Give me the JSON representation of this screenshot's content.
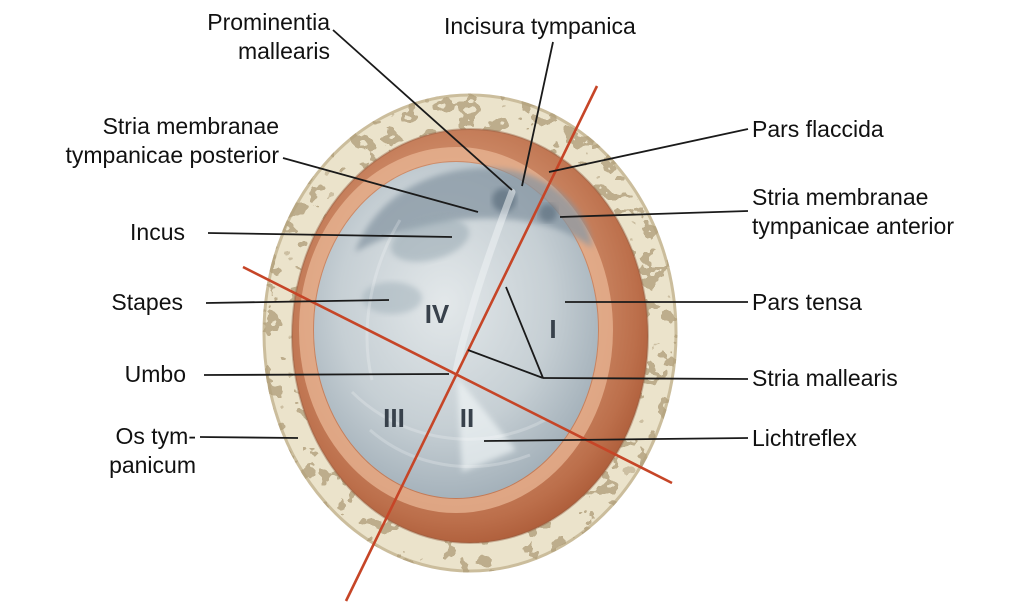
{
  "diagram": {
    "title": "Tympanic membrane (otoscopic view) with quadrants",
    "labels": {
      "prominentia_mallearis": "Prominentia\nmallearis",
      "incisura_tympanica": "Incisura tympanica",
      "stria_membranae_tympanicae_posterior": "Stria membranae\ntympanicae posterior",
      "incus": "Incus",
      "stapes": "Stapes",
      "umbo": "Umbo",
      "os_tympanicum": "Os tym-\npanicum",
      "pars_flaccida": "Pars flaccida",
      "stria_membranae_tympanicae_anterior": "Stria membranae\ntympanicae anterior",
      "pars_tensa": "Pars tensa",
      "stria_mallearis": "Stria mallearis",
      "lichtreflex": "Lichtreflex"
    },
    "quadrants": {
      "q1": "I",
      "q2": "II",
      "q3": "III",
      "q4": "IV"
    },
    "colors": {
      "background": "#ffffff",
      "bone": "#ebe3cb",
      "bone_speckle": "#b3a17c",
      "bone_edge": "#cbbd9c",
      "canal_dark": "#a5522f",
      "canal_mid": "#c97e5a",
      "canal_light": "#e9b694",
      "membrane_edge": "#9caab4",
      "membrane_center": "#e3e8ea",
      "pars_flaccida_shade": "#8595a2",
      "axis_line": "#c64527",
      "leader_line": "#1a1a1a",
      "label_text": "#111111",
      "numeral_text": "#38414b"
    }
  }
}
